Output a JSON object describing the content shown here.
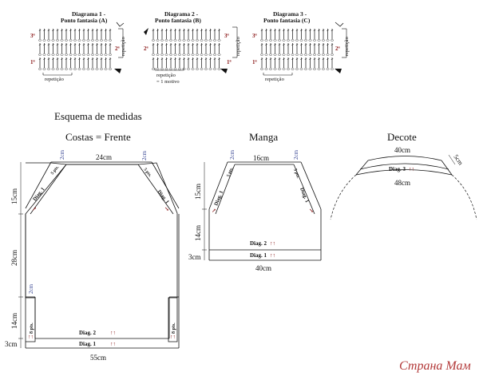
{
  "crochet_diagrams": [
    {
      "title_line1": "Diagrama 1 -",
      "title_line2": "Ponto fantasia (A)",
      "row_labels": [
        "3ª",
        "2ª",
        "1ª"
      ],
      "repeat_side": "repetição",
      "repeat_bottom": "repetição",
      "repeat_bottom_2": ""
    },
    {
      "title_line1": "Diagrama 2 -",
      "title_line2": "Ponto fantasia (B)",
      "row_labels": [
        "3ª",
        "2ª",
        "1ª"
      ],
      "repeat_side": "repetição",
      "repeat_bottom": "repetição",
      "repeat_bottom_2": "= 1 motivo"
    },
    {
      "title_line1": "Diagrama 3 -",
      "title_line2": "Ponto fantasia (C)",
      "row_labels": [
        "3ª",
        "2ª",
        "1ª"
      ],
      "repeat_side": "repetição",
      "repeat_bottom": "repetição",
      "repeat_bottom_2": ""
    }
  ],
  "schema_title": "Esquema de medidas",
  "body": {
    "title": "Costas = Frente",
    "top_width": "24cm",
    "shoulder_width_left": "2cm",
    "shoulder_width_right": "2cm",
    "shoulder_pts_left": "5 pts.",
    "shoulder_pts_right": "5 pts.",
    "diag_left": "Diag. 1",
    "diag_right": "Diag. 1",
    "height_armhole": "15cm",
    "height_middle": "28cm",
    "height_slit": "14cm",
    "height_border": "3cm",
    "slit_width": "2cm",
    "slit_pts_left": "8 pts.",
    "slit_pts_right": "8 pts.",
    "band_upper": "Diag. 2",
    "band_lower": "Diag. 1",
    "bottom_width": "55cm"
  },
  "sleeve": {
    "title": "Manga",
    "top_width": "16cm",
    "shoulder_width_left": "2cm",
    "shoulder_width_right": "2cm",
    "shoulder_pts_left": "5 pts.",
    "shoulder_pts_right": "5 pts.",
    "diag_left": "Diag. 1",
    "diag_right": "Diag. 1",
    "height_cap": "15cm",
    "height_body": "14cm",
    "height_border": "3cm",
    "band_upper": "Diag. 2",
    "band_lower": "Diag. 1",
    "bottom_width": "40cm"
  },
  "neckline": {
    "title": "Decote",
    "top_width": "40cm",
    "band_height": "5cm",
    "band_label": "Diag. 3",
    "bottom_width": "48cm"
  },
  "watermark": "Страна Мам",
  "colors": {
    "ink": "#111111",
    "accent_red": "#8b1a1a",
    "accent_blue": "#2b3a8c"
  }
}
